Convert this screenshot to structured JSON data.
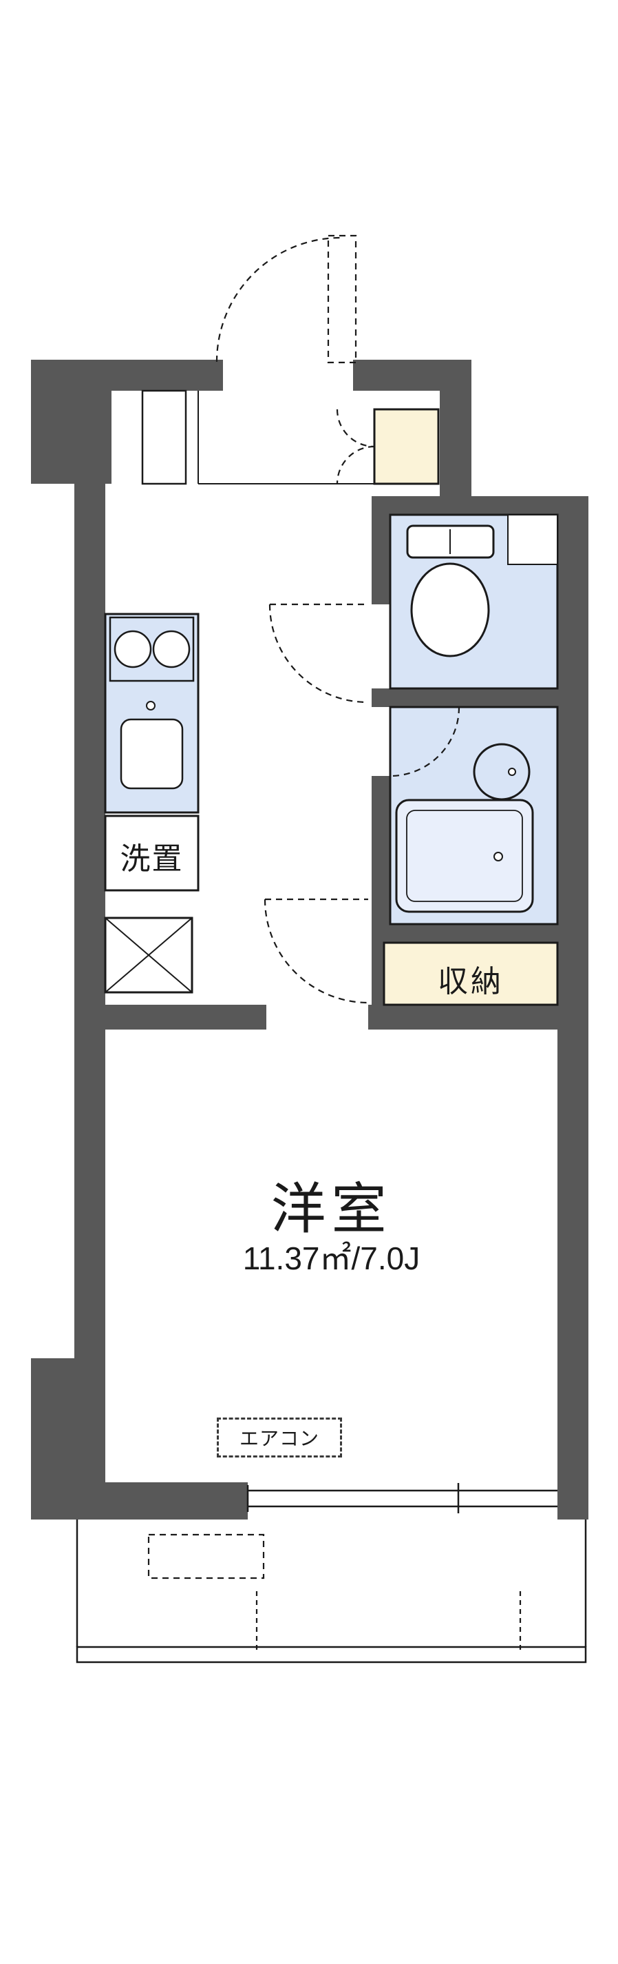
{
  "plan": {
    "type": "apartment-floorplan",
    "labels": {
      "laundry": "洗置",
      "closet": "収納",
      "room_name": "洋室",
      "room_size": "11.37㎡/7.0J",
      "aircon": "エアコン"
    },
    "fixtures": [
      "entrance-door-swing",
      "shoe-cabinet",
      "toilet-fixture",
      "bathtub",
      "round-basin",
      "kitchen-stove",
      "kitchen-sink",
      "washing-machine-space",
      "pipe-space-x-box",
      "closet",
      "air-conditioner",
      "balcony-window",
      "balcony-hatch"
    ],
    "colors": {
      "wall": "#585858",
      "water_area": "#d8e4f6",
      "bathtub_fill": "#e9effb",
      "cabinet_cream": "#fbf3d8",
      "line": "#1a1a1a",
      "background": "#ffffff"
    }
  }
}
